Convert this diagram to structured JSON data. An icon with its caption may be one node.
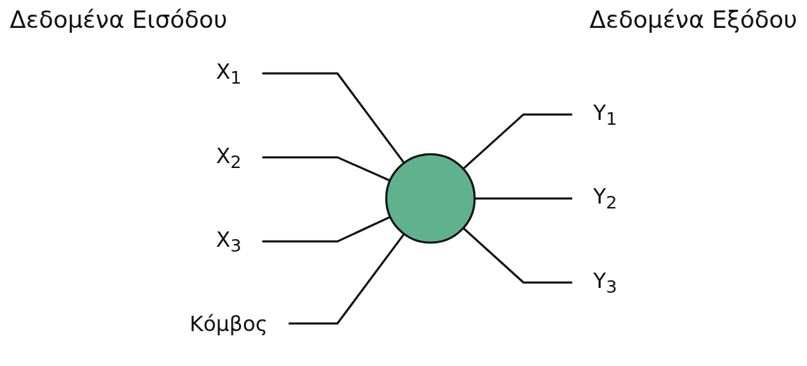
{
  "diagram": {
    "nodes": [
      {
        "text": [
          "X$_{1}$"
        ]
      },
      {
        "text": [
          "X$_{2}$"
        ]
      },
      {
        "text": [
          "X$_{3}$"
        ]
      },
      {
        "text": [],
        "shape": "circle"
      },
      {
        "text": [
          "Y$_{1}$"
        ]
      },
      {
        "text": [
          "Y$_{2}$"
        ]
      },
      {
        "text": [
          "Y$_{3}$"
        ]
      },
      {
        "text": [
          "Κόμβος"
        ]
      }
    ],
    "edges": [
      {
        "from": 0,
        "to": 3,
        "arrow": "none"
      },
      {
        "from": 1,
        "to": 3,
        "arrow": "none"
      },
      {
        "from": 2,
        "to": 3,
        "arrow": "none"
      },
      {
        "from": 3,
        "to": 4,
        "arrow": "none"
      },
      {
        "from": 3,
        "to": 5,
        "arrow": "none"
      },
      {
        "from": 3,
        "to": 6,
        "arrow": "none"
      },
      {
        "from": 7,
        "to": 3,
        "arrow": "none"
      }
    ],
    "labels": [
      "Δεδομένα Εισόδου",
      "Δεδομένα Εξόδου"
    ]
  }
}
